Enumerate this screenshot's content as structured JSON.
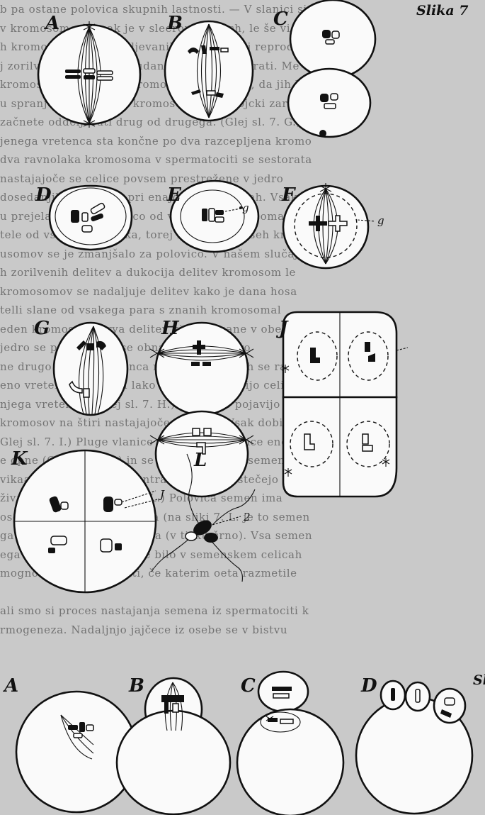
{
  "figure_title": "Slika 7",
  "figure_title_bottom": "Sl",
  "background_lines": [
    "b pa ostane polovica skupnih lastnosti. — V slanici sin",
    "v kromosomom, vsak je v sleerom snejsch, le še vi",
    "h kromosomov ta nadaljevanih celic. Pri tej reprodukci",
    "j zorilvene delitve je poudana zrbela v pol vrati. Me",
    "kromosome se razvite kromose vrvice, tako, da jih lahko pa",
    "u spranjo razcepljanih kromosomov. V dvojcki zarodi",
    "začnete oddeljevati drug od drugega. (Glej sl. 7. G.)",
    "jenega vretenca sta končne po dva razcepljena kromo",
    "dva ravnolaka kromosoma v spermatociti se sestorata",
    "nastajajoče se celice povsem prestrežene v jedro",
    "dosedanjih, potem pa pri enajgendih delitvah. Vsake",
    "u prejela po eno polovico od vsakega kromosoma",
    "tele od vsakega dvojčka, torej le polovico vseh kron",
    "usomov se je zmanjšalo za polovico. V našem slučaj",
    "h zorilvenih delitev a dukocija delitev kromosom le",
    "kromosomov se nadaljuje delitev kako je dana hosa",
    "telli slane od vsakega para s znanih kromosomal",
    "eden kromosom. Prva delitev kjer koncane v obeh",
    "jedro se ponovno ali se obnavlja nove jedro",
    "ne drugo delitev vretenca nasilnih snopiceh se razvije",
    "eno vretence na ovalu lako da tu ali se delijo celice",
    "njega vretenca. (Glej sl. 7. H.) Potem se pojavijo",
    "kromosov na štiri nastajajoče skupine. Vsak dobi po",
    "Glej sl. 7. I.) Pluge vlanice jih delijo ob celice eno",
    "e opne (Glej sl. 7. K.) in se preoblikujejo v semenke.",
    "vikaalt del semenk, iz centralnih telesc ostečejo iz ostal",
    "živahni repek. (Glej sl. 7. L.) Polovica semen ima",
    "osome očetovskega porekla (na sliki 7. L. je to semen",
    "ga pa materinskega porekla (v tisku črno). Vsa semen",
    "ega kromosomov, kakor je bilo v semenskem celicah",
    "mogno dobro razpoznati, če katerim oeta razmetile",
    "",
    "ali smo si proces nastajanja semena iz spermatociti k",
    "rmogeneza. Nadaljnjo jajčece iz osebe se v bistvu"
  ],
  "panels_top": {
    "A": "A",
    "B": "B",
    "C": "C",
    "D": "D",
    "E": "E",
    "F": "F",
    "G": "G",
    "H": "H",
    "J": "J",
    "K": "K",
    "L": "L"
  },
  "panels_bottom": {
    "A": "A",
    "B": "B",
    "C": "C",
    "D": "D"
  },
  "annotations": {
    "E_label": "g",
    "F_label": "g",
    "K_label": "J",
    "L_label": "2"
  }
}
